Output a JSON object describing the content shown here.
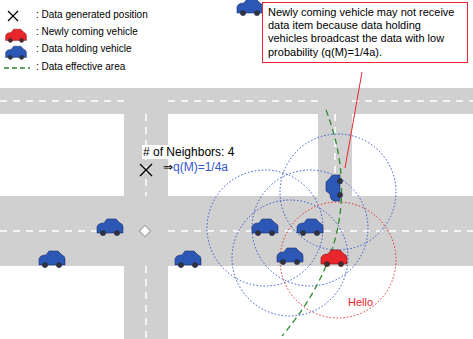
{
  "diagram": {
    "nodes": [
      {
        "text": [
          "Newly coming vehicle may not receive data item because data holding vehicles broadcast the data with low probability (q(M)=1/4a)."
        ]
      }
    ],
    "labels": [
      "# of Neighbors: 4",
      "⇒",
      "q(M)=1/4a",
      "Hello"
    ],
    "legend": [
      {
        "text": ": Data generated position"
      },
      {
        "text": ": Newly coming vehicle"
      },
      {
        "text": ": Data holding vehicle"
      },
      {
        "text": ": Data effective area"
      }
    ]
  }
}
